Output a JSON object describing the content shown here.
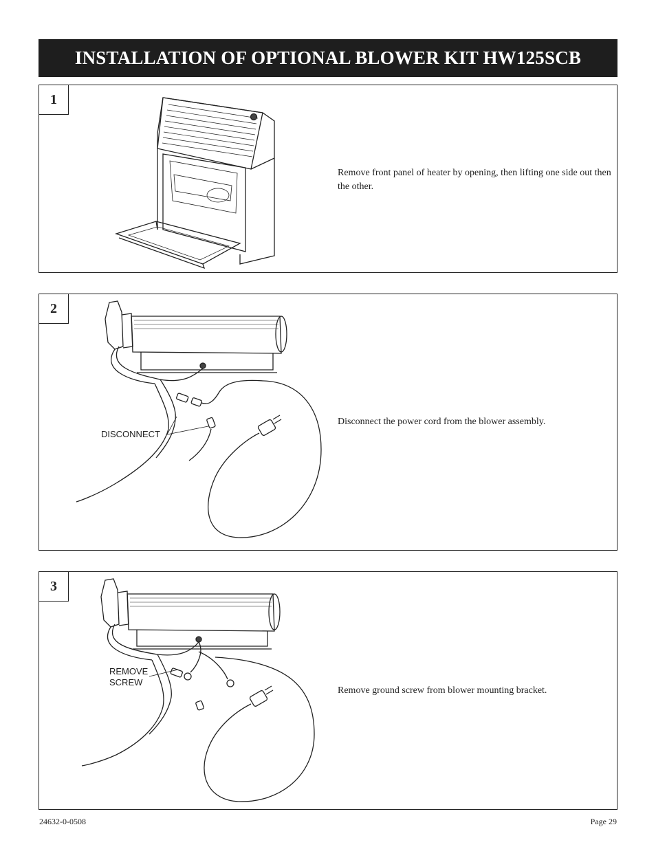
{
  "header": {
    "title": "INSTALLATION OF OPTIONAL BLOWER KIT HW125SCB"
  },
  "steps": [
    {
      "number": "1",
      "text": "Remove front panel of heater by opening, then lifting one side out then the other."
    },
    {
      "number": "2",
      "text": "Disconnect the power cord from the blower assembly.",
      "callout": "DISCONNECT"
    },
    {
      "number": "3",
      "text": "Remove ground screw from blower mounting bracket.",
      "callout_line1": "REMOVE",
      "callout_line2": "SCREW"
    }
  ],
  "footer": {
    "doc_number": "24632-0-0508",
    "page": "Page 29"
  }
}
